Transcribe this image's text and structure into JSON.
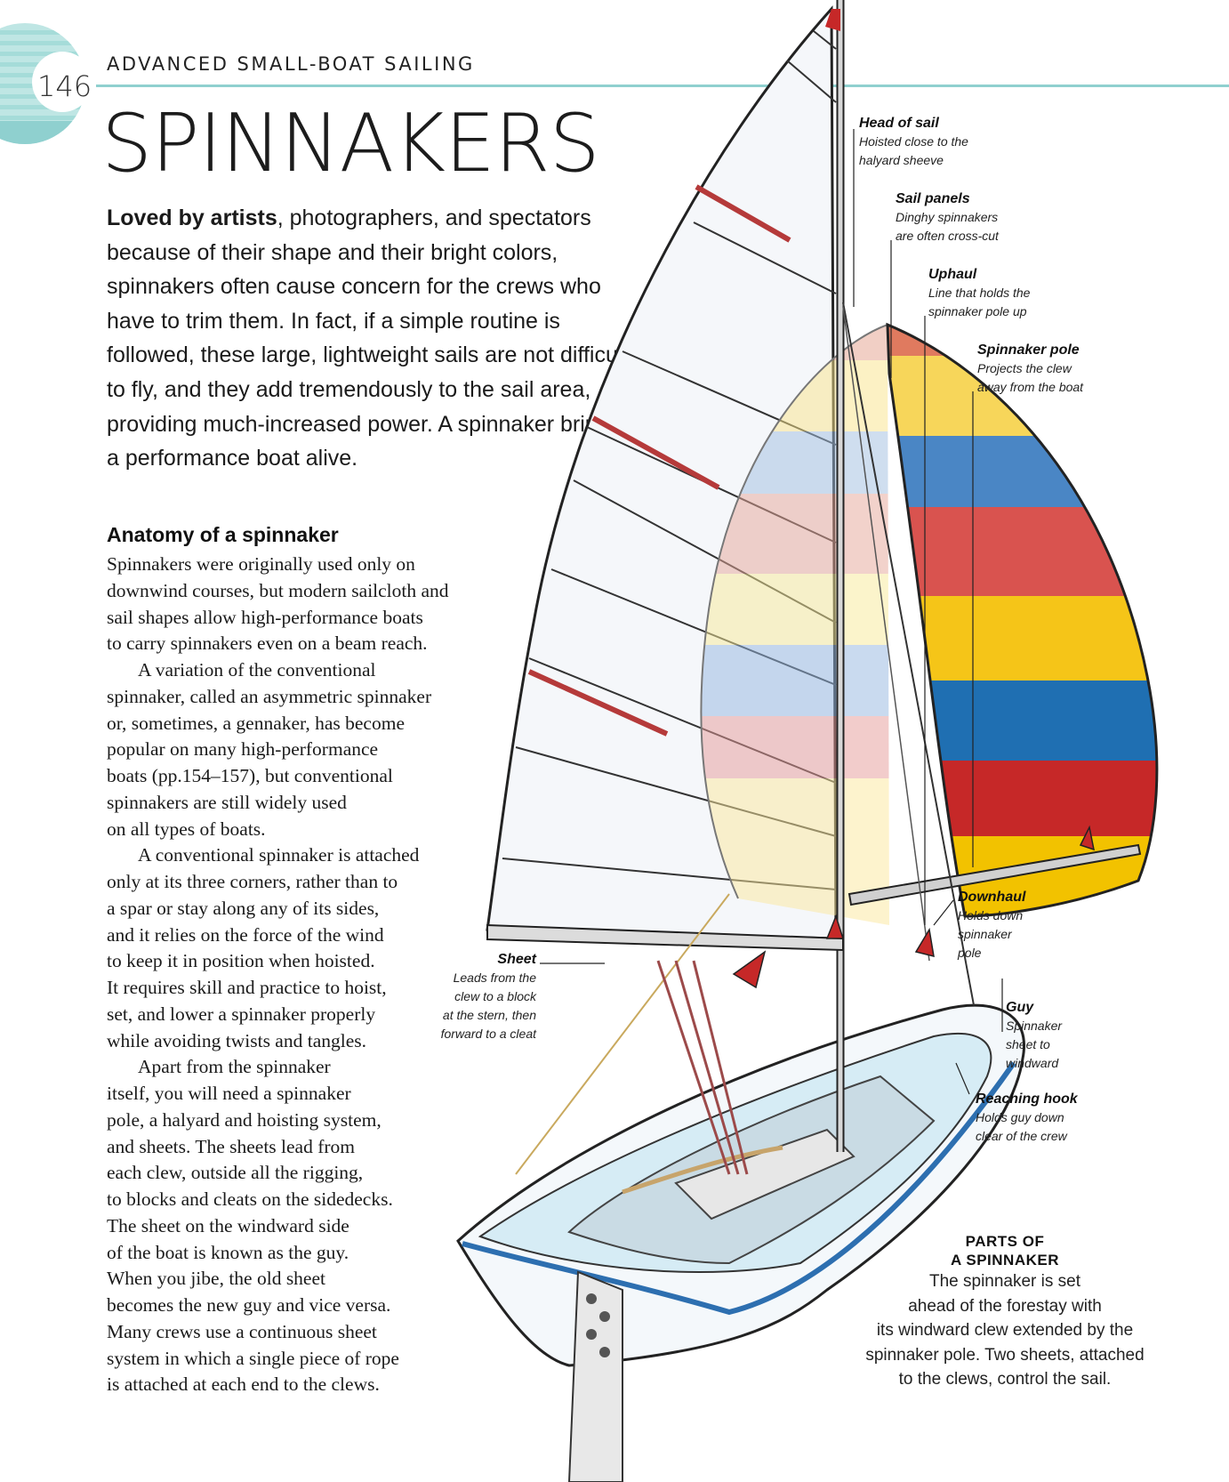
{
  "header": {
    "page_number": "146",
    "running_head": "ADVANCED SMALL-BOAT SAILING",
    "accent_color": "#8fd0cf"
  },
  "title": "SPINNAKERS",
  "intro": {
    "lead": "Loved by artists",
    "text": ", photographers, and spectators because of their shape and their bright colors, spinnakers often cause concern for the crews who have to trim them. In fact, if a simple routine is followed, these large, lightweight sails are not difficult to fly, and they add tremendously to the sail area, providing much-increased power. A spinnaker brings a performance boat alive."
  },
  "section": {
    "heading": "Anatomy of a spinnaker",
    "lines": [
      "Spinnakers were originally used only on",
      "downwind courses, but modern sailcloth and",
      "sail shapes allow high-performance boats",
      "to carry spinnakers even on a beam reach.",
      "A variation of the conventional",
      "spinnaker, called an asymmetric spinnaker",
      "or, sometimes, a gennaker, has become",
      "popular on many high-performance",
      "boats (pp.154–157), but conventional",
      "spinnakers are still widely used",
      "on all types of boats.",
      "A conventional spinnaker is attached",
      "only at its three corners, rather than to",
      "a spar or stay along any of its sides,",
      "and it relies on the force of the wind",
      "to keep it in position when hoisted.",
      "It requires skill and practice to hoist,",
      "set, and lower a spinnaker properly",
      "while avoiding twists and tangles.",
      "Apart from the spinnaker",
      "itself, you will need a spinnaker",
      "pole, a halyard and hoisting system,",
      "and sheets. The sheets lead from",
      "each clew, outside all the rigging,",
      "to blocks and cleats on the sidedecks.",
      "The sheet on the windward side",
      "of the boat is known as the guy.",
      "When you jibe, the old sheet",
      "becomes the new guy and vice versa.",
      "Many crews use a continuous sheet",
      "system in which a single piece of rope",
      "is attached at each end to the clews."
    ]
  },
  "labels": {
    "head": {
      "title": "Head of sail",
      "desc1": "Hoisted close to the",
      "desc2": "halyard sheeve"
    },
    "panels": {
      "title": "Sail panels",
      "desc1": "Dinghy spinnakers",
      "desc2": "are often cross-cut"
    },
    "uphaul": {
      "title": "Uphaul",
      "desc1": "Line that holds the",
      "desc2": "spinnaker pole up"
    },
    "pole": {
      "title": "Spinnaker pole",
      "desc1": "Projects the clew",
      "desc2": "away from the boat"
    },
    "downhaul": {
      "title": "Downhaul",
      "desc1": "Holds down",
      "desc2": "spinnaker",
      "desc3": "pole"
    },
    "guy": {
      "title": "Guy",
      "desc1": "Spinnaker",
      "desc2": "sheet to",
      "desc3": "windward"
    },
    "hook": {
      "title": "Reaching hook",
      "desc1": "Holds guy down",
      "desc2": "clear of the crew"
    },
    "sheet": {
      "title": "Sheet",
      "desc1": "Leads from the",
      "desc2": "clew to a block",
      "desc3": "at the stern, then",
      "desc4": "forward to a cleat"
    }
  },
  "caption": {
    "title1": "PARTS OF",
    "title2": "A SPINNAKER",
    "lines": [
      "The spinnaker is set",
      "ahead of the forestay with",
      "its windward clew extended by the",
      "spinnaker pole. Two sheets, attached",
      "to the clews, control the sail."
    ]
  },
  "spinnaker_colors": [
    "#e07a5f",
    "#f7d65a",
    "#4a86c5",
    "#d9534f",
    "#f5c518",
    "#1f6fb2",
    "#c62828",
    "#f2c200"
  ]
}
